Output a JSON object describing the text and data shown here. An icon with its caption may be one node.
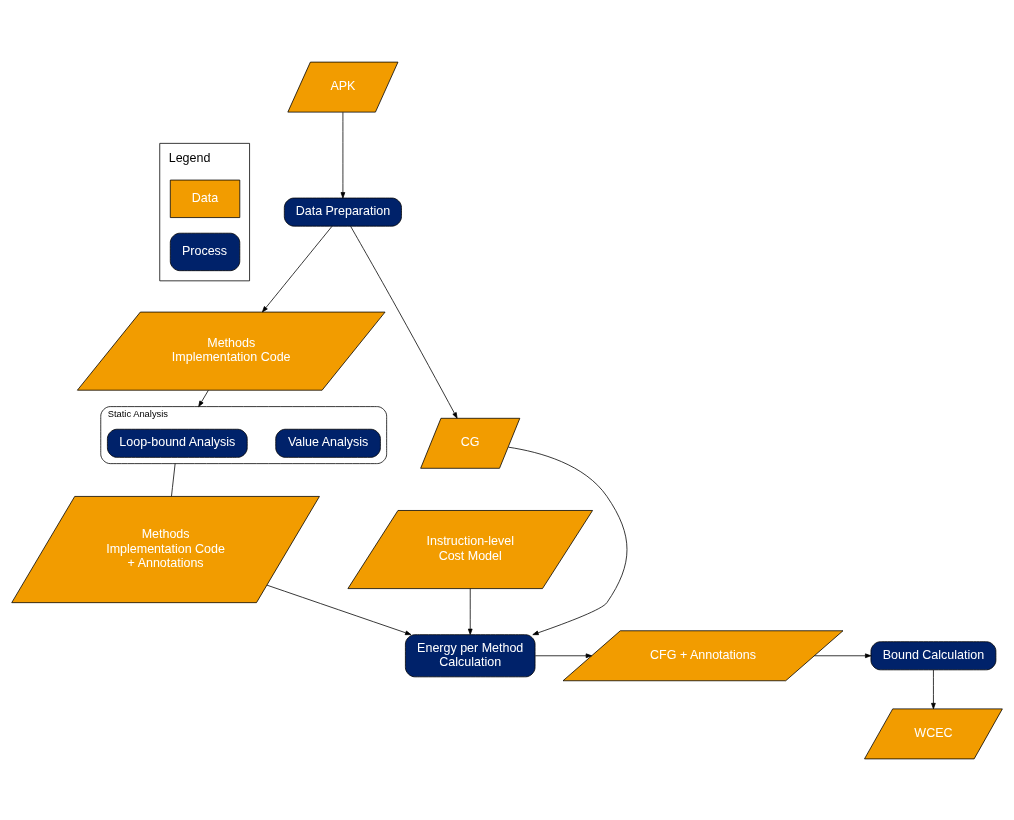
{
  "diagram": {
    "nodes": [
      {
        "text": [
          "APK"
        ]
      },
      {
        "text": [
          "Data Preparation"
        ]
      },
      {
        "text": [
          "Methods Implementation Code"
        ]
      },
      {
        "text": [
          "Static Analysis"
        ]
      },
      {
        "text": [
          "Value Analysis"
        ],
        "in": 3
      },
      {
        "text": [
          "Loop-bound Analysis"
        ],
        "in": 3
      },
      {
        "text": [
          "Methods Implementation Code + Annotations"
        ]
      },
      {
        "text": [
          "CG"
        ]
      },
      {
        "text": [
          "Instruction-level Cost Model"
        ]
      },
      {
        "text": [
          "Energy per Method Calculation"
        ]
      },
      {
        "text": [
          "CFG + Annotations"
        ]
      },
      {
        "text": [
          "Bound Calculation"
        ]
      },
      {
        "text": [
          "WCEC"
        ]
      }
    ],
    "edges": [
      {
        "from": 0,
        "to": 1,
        "arrow": "to"
      },
      {
        "from": 1,
        "to": 2,
        "arrow": "to"
      },
      {
        "from": 2,
        "to": 3,
        "arrow": "to"
      },
      {
        "from": 3,
        "to": 6,
        "arrow": "none"
      },
      {
        "from": 6,
        "to": 9,
        "arrow": "to"
      },
      {
        "from": 1,
        "to": 7,
        "arrow": "to"
      },
      {
        "from": 7,
        "to": 9,
        "arrow": "to"
      },
      {
        "from": 8,
        "to": 9,
        "arrow": "to"
      },
      {
        "from": 9,
        "to": 10,
        "arrow": "to"
      },
      {
        "from": 10,
        "to": 11,
        "arrow": "to"
      },
      {
        "from": 11,
        "to": 12,
        "arrow": "to"
      }
    ],
    "labels": [
      "Legend"
    ],
    "legend": [
      {
        "text": "Data"
      },
      {
        "text": "Process"
      }
    ]
  }
}
